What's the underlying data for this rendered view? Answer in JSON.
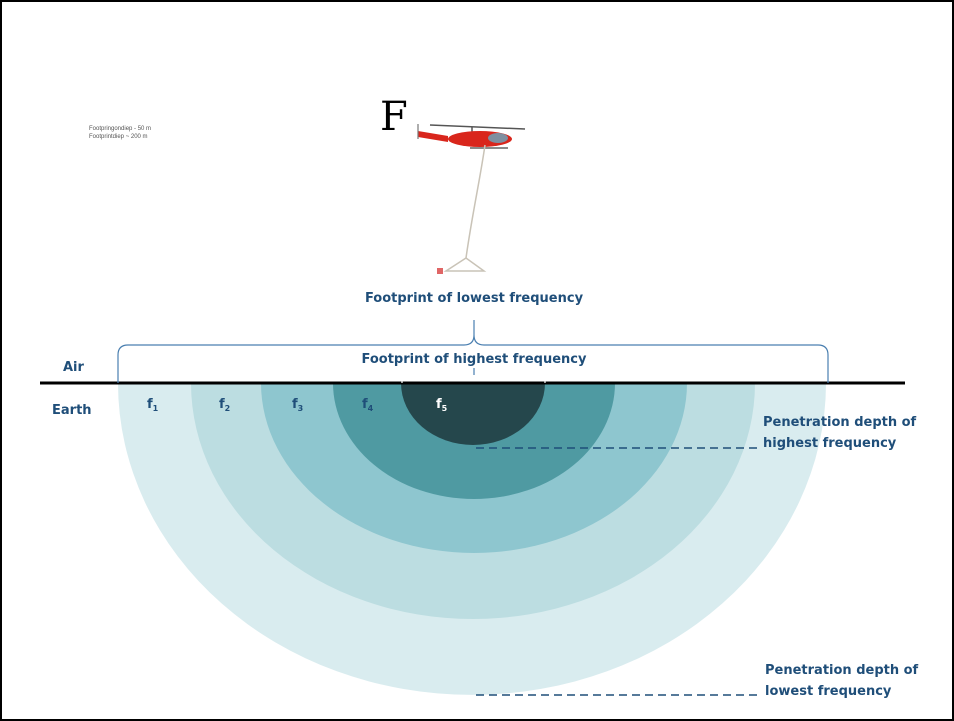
{
  "note_lines": [
    "Footpringondiep - 50 m",
    "Footprintdiep ~ 200 m"
  ],
  "title_fragment": "F",
  "labels": {
    "footprint_lowest": "Footprint of lowest frequency",
    "footprint_highest": "Footprint of highest frequency",
    "air": "Air",
    "earth": "Earth",
    "penetration_highest_line1": "Penetration depth of",
    "penetration_highest_line2": "highest frequency",
    "penetration_lowest_line1": "Penetration depth of",
    "penetration_lowest_line2": "lowest frequency"
  },
  "frequencies": [
    {
      "base": "f",
      "sub": "1"
    },
    {
      "base": "f",
      "sub": "2"
    },
    {
      "base": "f",
      "sub": "3"
    },
    {
      "base": "f",
      "sub": "4"
    },
    {
      "base": "f",
      "sub": "5"
    }
  ],
  "colors": {
    "zone1": "#d9ecef",
    "zone2": "#bcdde1",
    "zone3": "#8ec6cf",
    "zone4": "#4f9aa2",
    "zone5": "#25474c",
    "label": "#1f4e79",
    "helicopter": "#d9261c"
  }
}
